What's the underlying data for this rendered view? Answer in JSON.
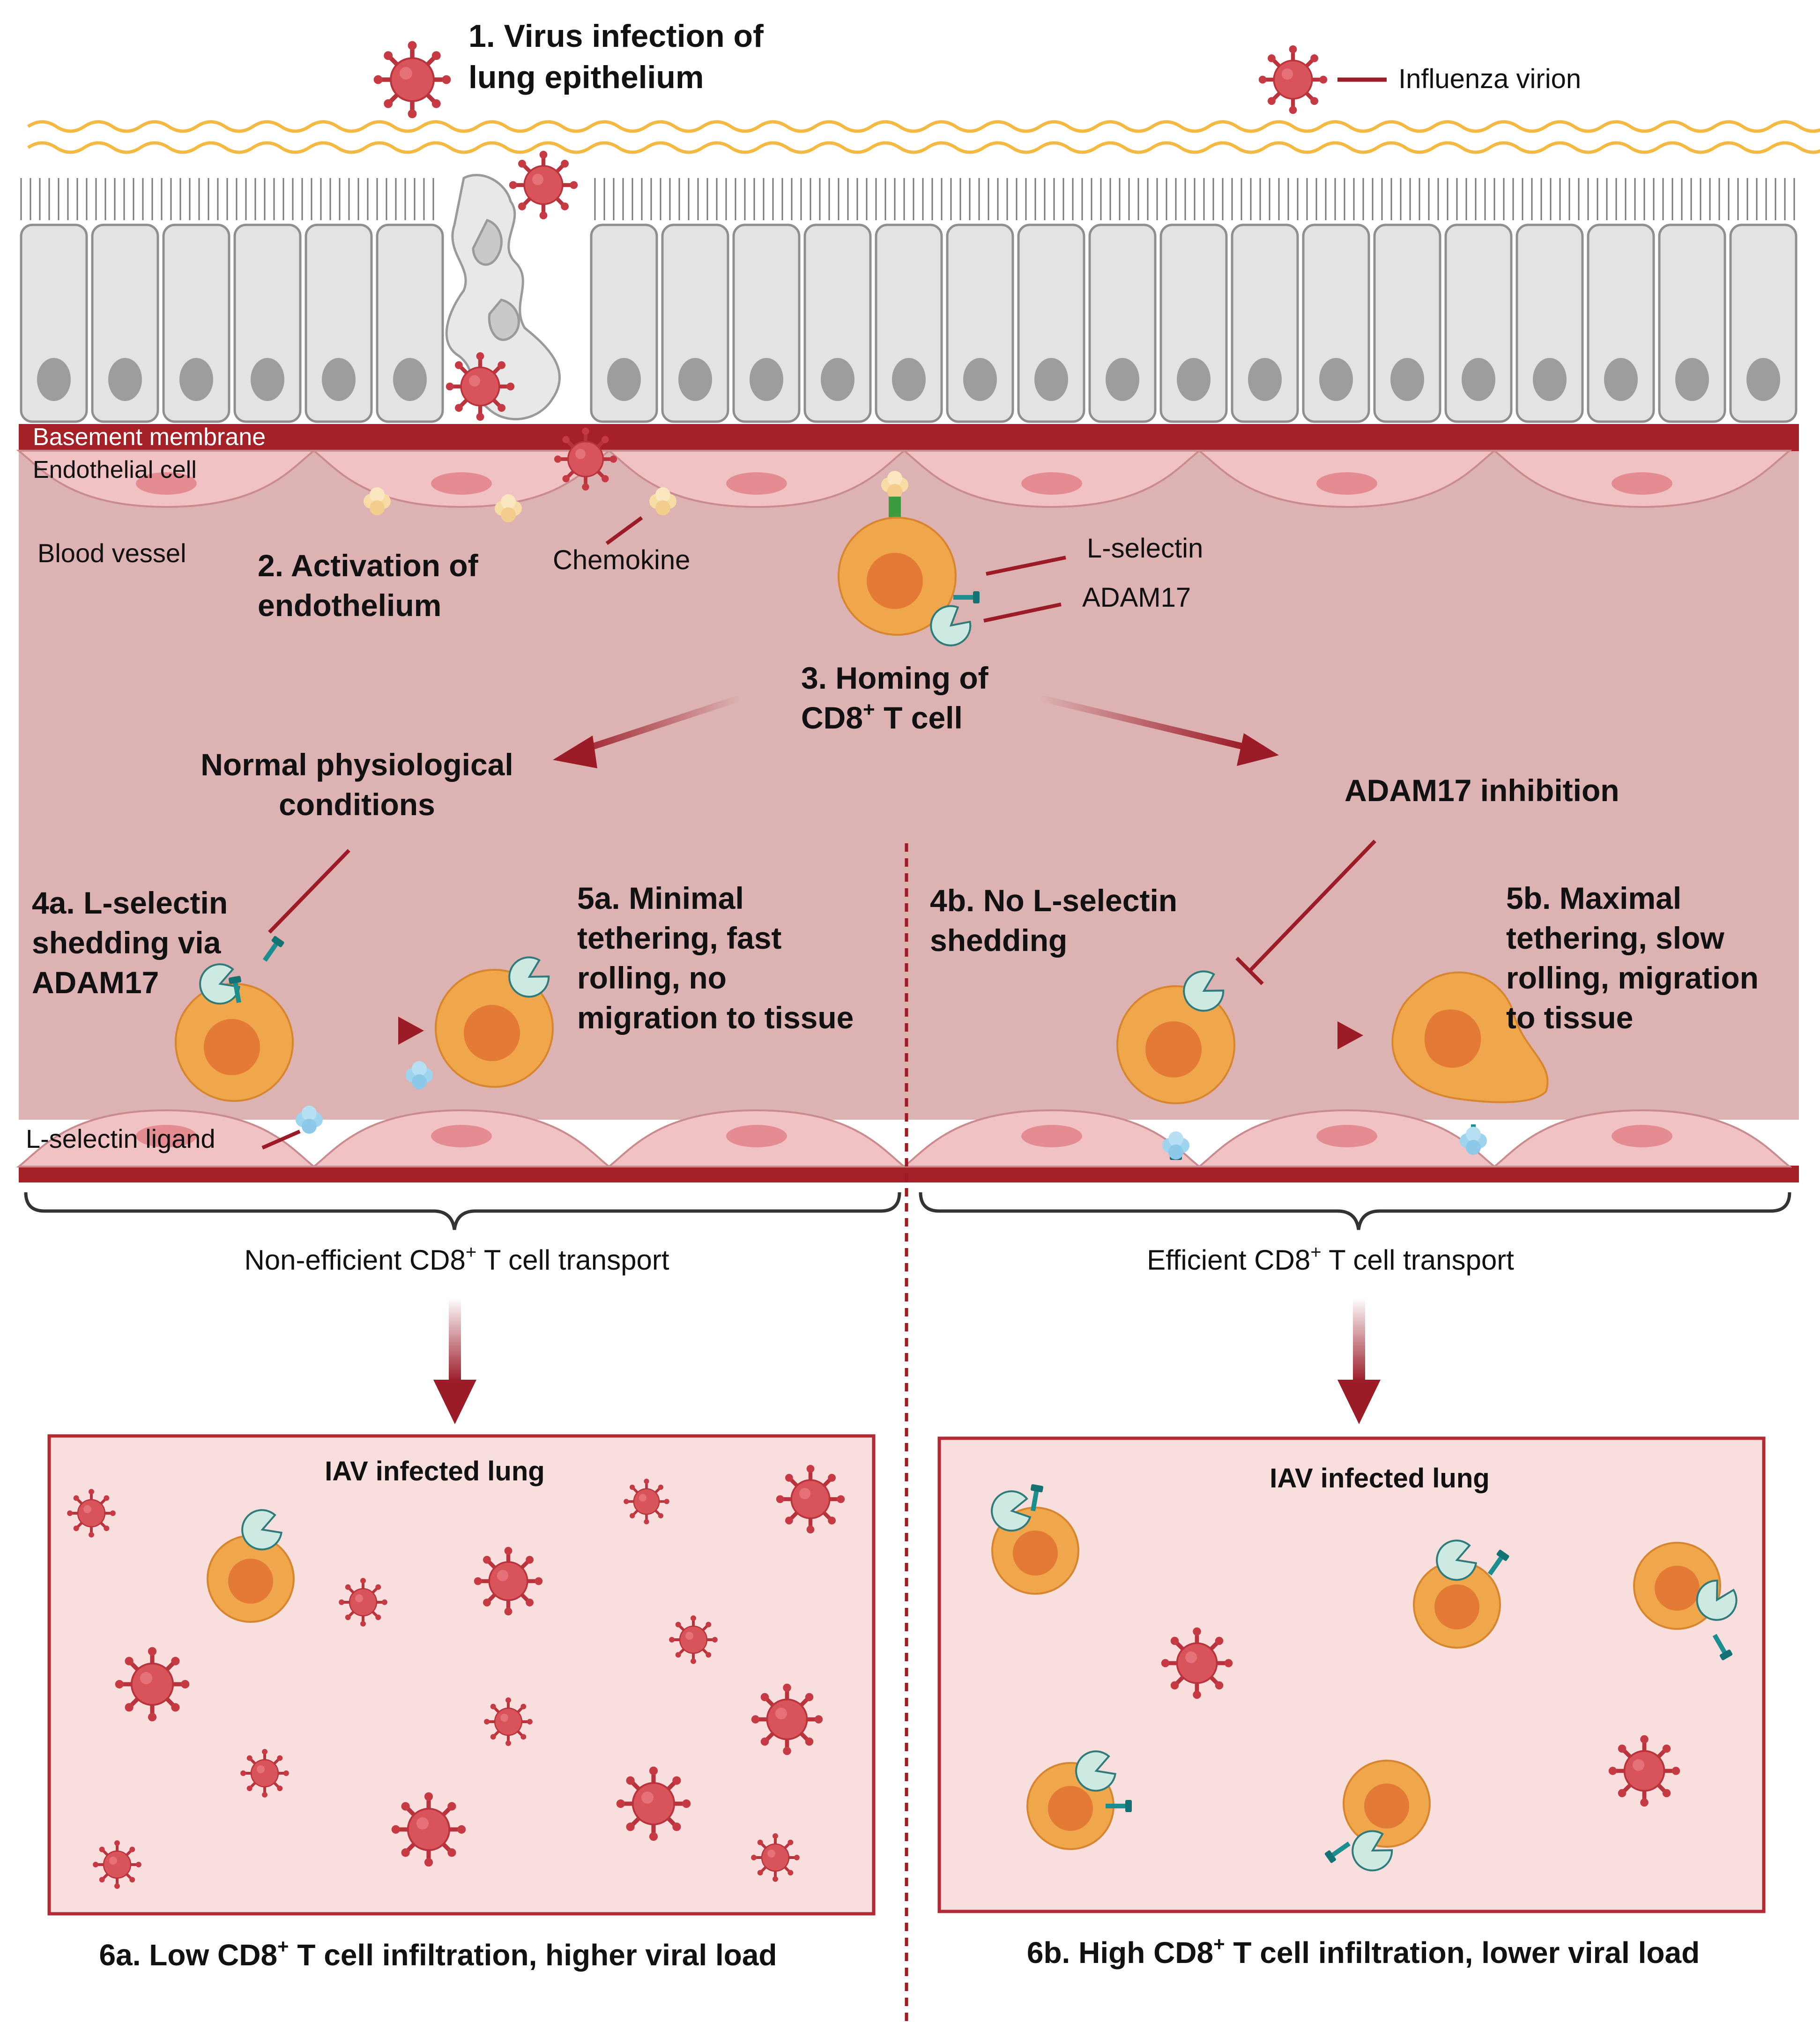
{
  "labels": {
    "step1_l1": "1. Virus infection of",
    "step1_l2": "lung epithelium",
    "legend_virion": "Influenza virion",
    "basement_membrane": "Basement membrane",
    "endothelial_cell": "Endothelial cell",
    "blood_vessel": "Blood vessel",
    "step2_l1": "2. Activation of",
    "step2_l2": "endothelium",
    "chemokine": "Chemokine",
    "lselectin": "L-selectin",
    "adam17": "ADAM17",
    "step3_l1": "3. Homing of",
    "step3_l2_a": "CD8",
    "step3_l2_b": " T cell",
    "normal_l1": "Normal physiological",
    "normal_l2": "conditions",
    "inhibition": "ADAM17 inhibition",
    "step4a_l1": "4a. L-selectin",
    "step4a_l2": "shedding via",
    "step4a_l3": "ADAM17",
    "step5a_l1": "5a. Minimal",
    "step5a_l2": "tethering, fast",
    "step5a_l3": "rolling, no",
    "step5a_l4": "migration to tissue",
    "step4b_l1": "4b. No L-selectin",
    "step4b_l2": "shedding",
    "step5b_l1": "5b. Maximal",
    "step5b_l2": "tethering, slow",
    "step5b_l3": "rolling, migration",
    "step5b_l4": "to tissue",
    "ligand": "L-selectin ligand",
    "transport_a_1": "Non-efficient CD8",
    "transport_a_2": " T cell transport",
    "transport_b_1": "Efficient CD8",
    "transport_b_2": " T cell transport",
    "lung_a": "IAV infected lung",
    "lung_b": "IAV infected lung",
    "out_a_1": "6a. Low CD8",
    "out_a_2": " T cell infiltration, higher viral load",
    "out_b_1": "6b. High CD8",
    "out_b_2": " T cell infiltration, lower viral load",
    "sup": "+"
  },
  "colors": {
    "virus": "#d9535a",
    "virus_dark": "#b8333c",
    "tcell": "#f0a64a",
    "tcell_nucleus": "#e37a35",
    "vessel": "#dcb2b2",
    "endothelium": "#f1c2c4",
    "membrane": "#a52127",
    "arrow": "#9b1b27",
    "mucus": "#f4b943",
    "epithelium": "#e2e3e4",
    "lselectin": "#1b8f90",
    "adam17": "#cdeae2",
    "ligand": "#9fd4ef",
    "chemokine": "#f8dca6",
    "lung_fill": "#f9dede",
    "lung_border": "#b22b34"
  }
}
